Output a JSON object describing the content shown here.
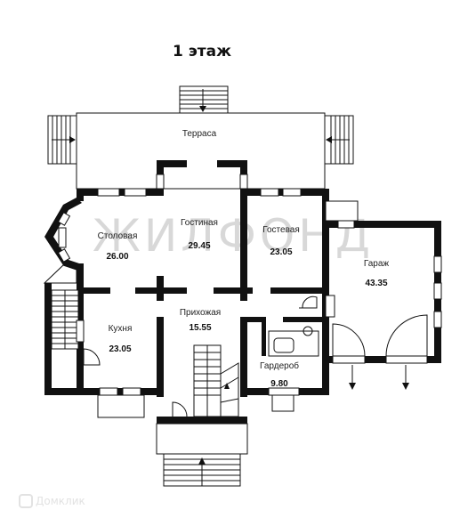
{
  "plan": {
    "title": "1 этаж",
    "rooms": {
      "terrace": {
        "name": "Терраса"
      },
      "dining": {
        "name": "Столовая",
        "area": "26.00"
      },
      "living": {
        "name": "Гостиная",
        "area": "29.45"
      },
      "guest": {
        "name": "Гостевая",
        "area": "23.05"
      },
      "garage": {
        "name": "Гараж",
        "area": "43.35"
      },
      "kitchen": {
        "name": "Кухня",
        "area": "23.05"
      },
      "hall": {
        "name": "Прихожая",
        "area": "15.55"
      },
      "wardrobe": {
        "name": "Гардероб",
        "area": "9.80"
      }
    },
    "watermark": "ЖИЛФОНД",
    "logo": "Домклик"
  }
}
